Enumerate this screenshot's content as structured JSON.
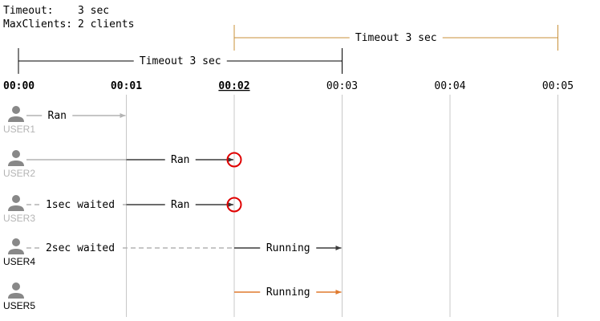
{
  "header": {
    "timeout_label": "Timeout:",
    "timeout_value": "3 sec",
    "maxclients_label": "MaxClients:",
    "maxclients_value": "2 clients"
  },
  "timeline": {
    "ticks": [
      "00:00",
      "00:01",
      "00:02",
      "00:03",
      "00:04",
      "00:05"
    ],
    "current_tick_index": 2
  },
  "timeout_brackets": [
    {
      "label": "Timeout 3 sec",
      "start": 0,
      "end": 3,
      "color": "#000000"
    },
    {
      "label": "Timeout 3 sec",
      "start": 2,
      "end": 5,
      "color": "#c8913a"
    }
  ],
  "colors": {
    "grid": "#c8c8c8",
    "ran": "#b4b4b4",
    "active": "#3c3c3c",
    "running_orange": "#e07a2e",
    "timeout_marker": "#e00000",
    "user_icon": "#888888"
  },
  "users": [
    {
      "name": "USER1",
      "name_color": "#b4b4b4",
      "segments": [
        {
          "type": "solid",
          "start": 0,
          "end": 1,
          "color": "#b4b4b4",
          "label": "Ran",
          "arrow": true
        }
      ]
    },
    {
      "name": "USER2",
      "name_color": "#b4b4b4",
      "segments": [
        {
          "type": "solid",
          "start": 0,
          "end": 1,
          "color": "#b4b4b4"
        },
        {
          "type": "solid",
          "start": 1,
          "end": 2,
          "color": "#3c3c3c",
          "label": "Ran",
          "arrow": true,
          "marker": true
        }
      ]
    },
    {
      "name": "USER3",
      "name_color": "#b4b4b4",
      "segments": [
        {
          "type": "dashed",
          "start": 0,
          "end": 1,
          "color": "#b4b4b4",
          "label": "1sec waited"
        },
        {
          "type": "solid",
          "start": 1,
          "end": 2,
          "color": "#3c3c3c",
          "label": "Ran",
          "arrow": true,
          "marker": true
        }
      ]
    },
    {
      "name": "USER4",
      "name_color": "#000000",
      "segments": [
        {
          "type": "dashed",
          "start": 0,
          "end": 2,
          "color": "#b4b4b4",
          "label": "2sec waited"
        },
        {
          "type": "solid",
          "start": 2,
          "end": 3,
          "color": "#3c3c3c",
          "label": "Running",
          "arrow": true
        }
      ]
    },
    {
      "name": "USER5",
      "name_color": "#000000",
      "segments": [
        {
          "type": "solid",
          "start": 2,
          "end": 3,
          "color": "#e07a2e",
          "label": "Running",
          "arrow": true
        }
      ]
    }
  ]
}
